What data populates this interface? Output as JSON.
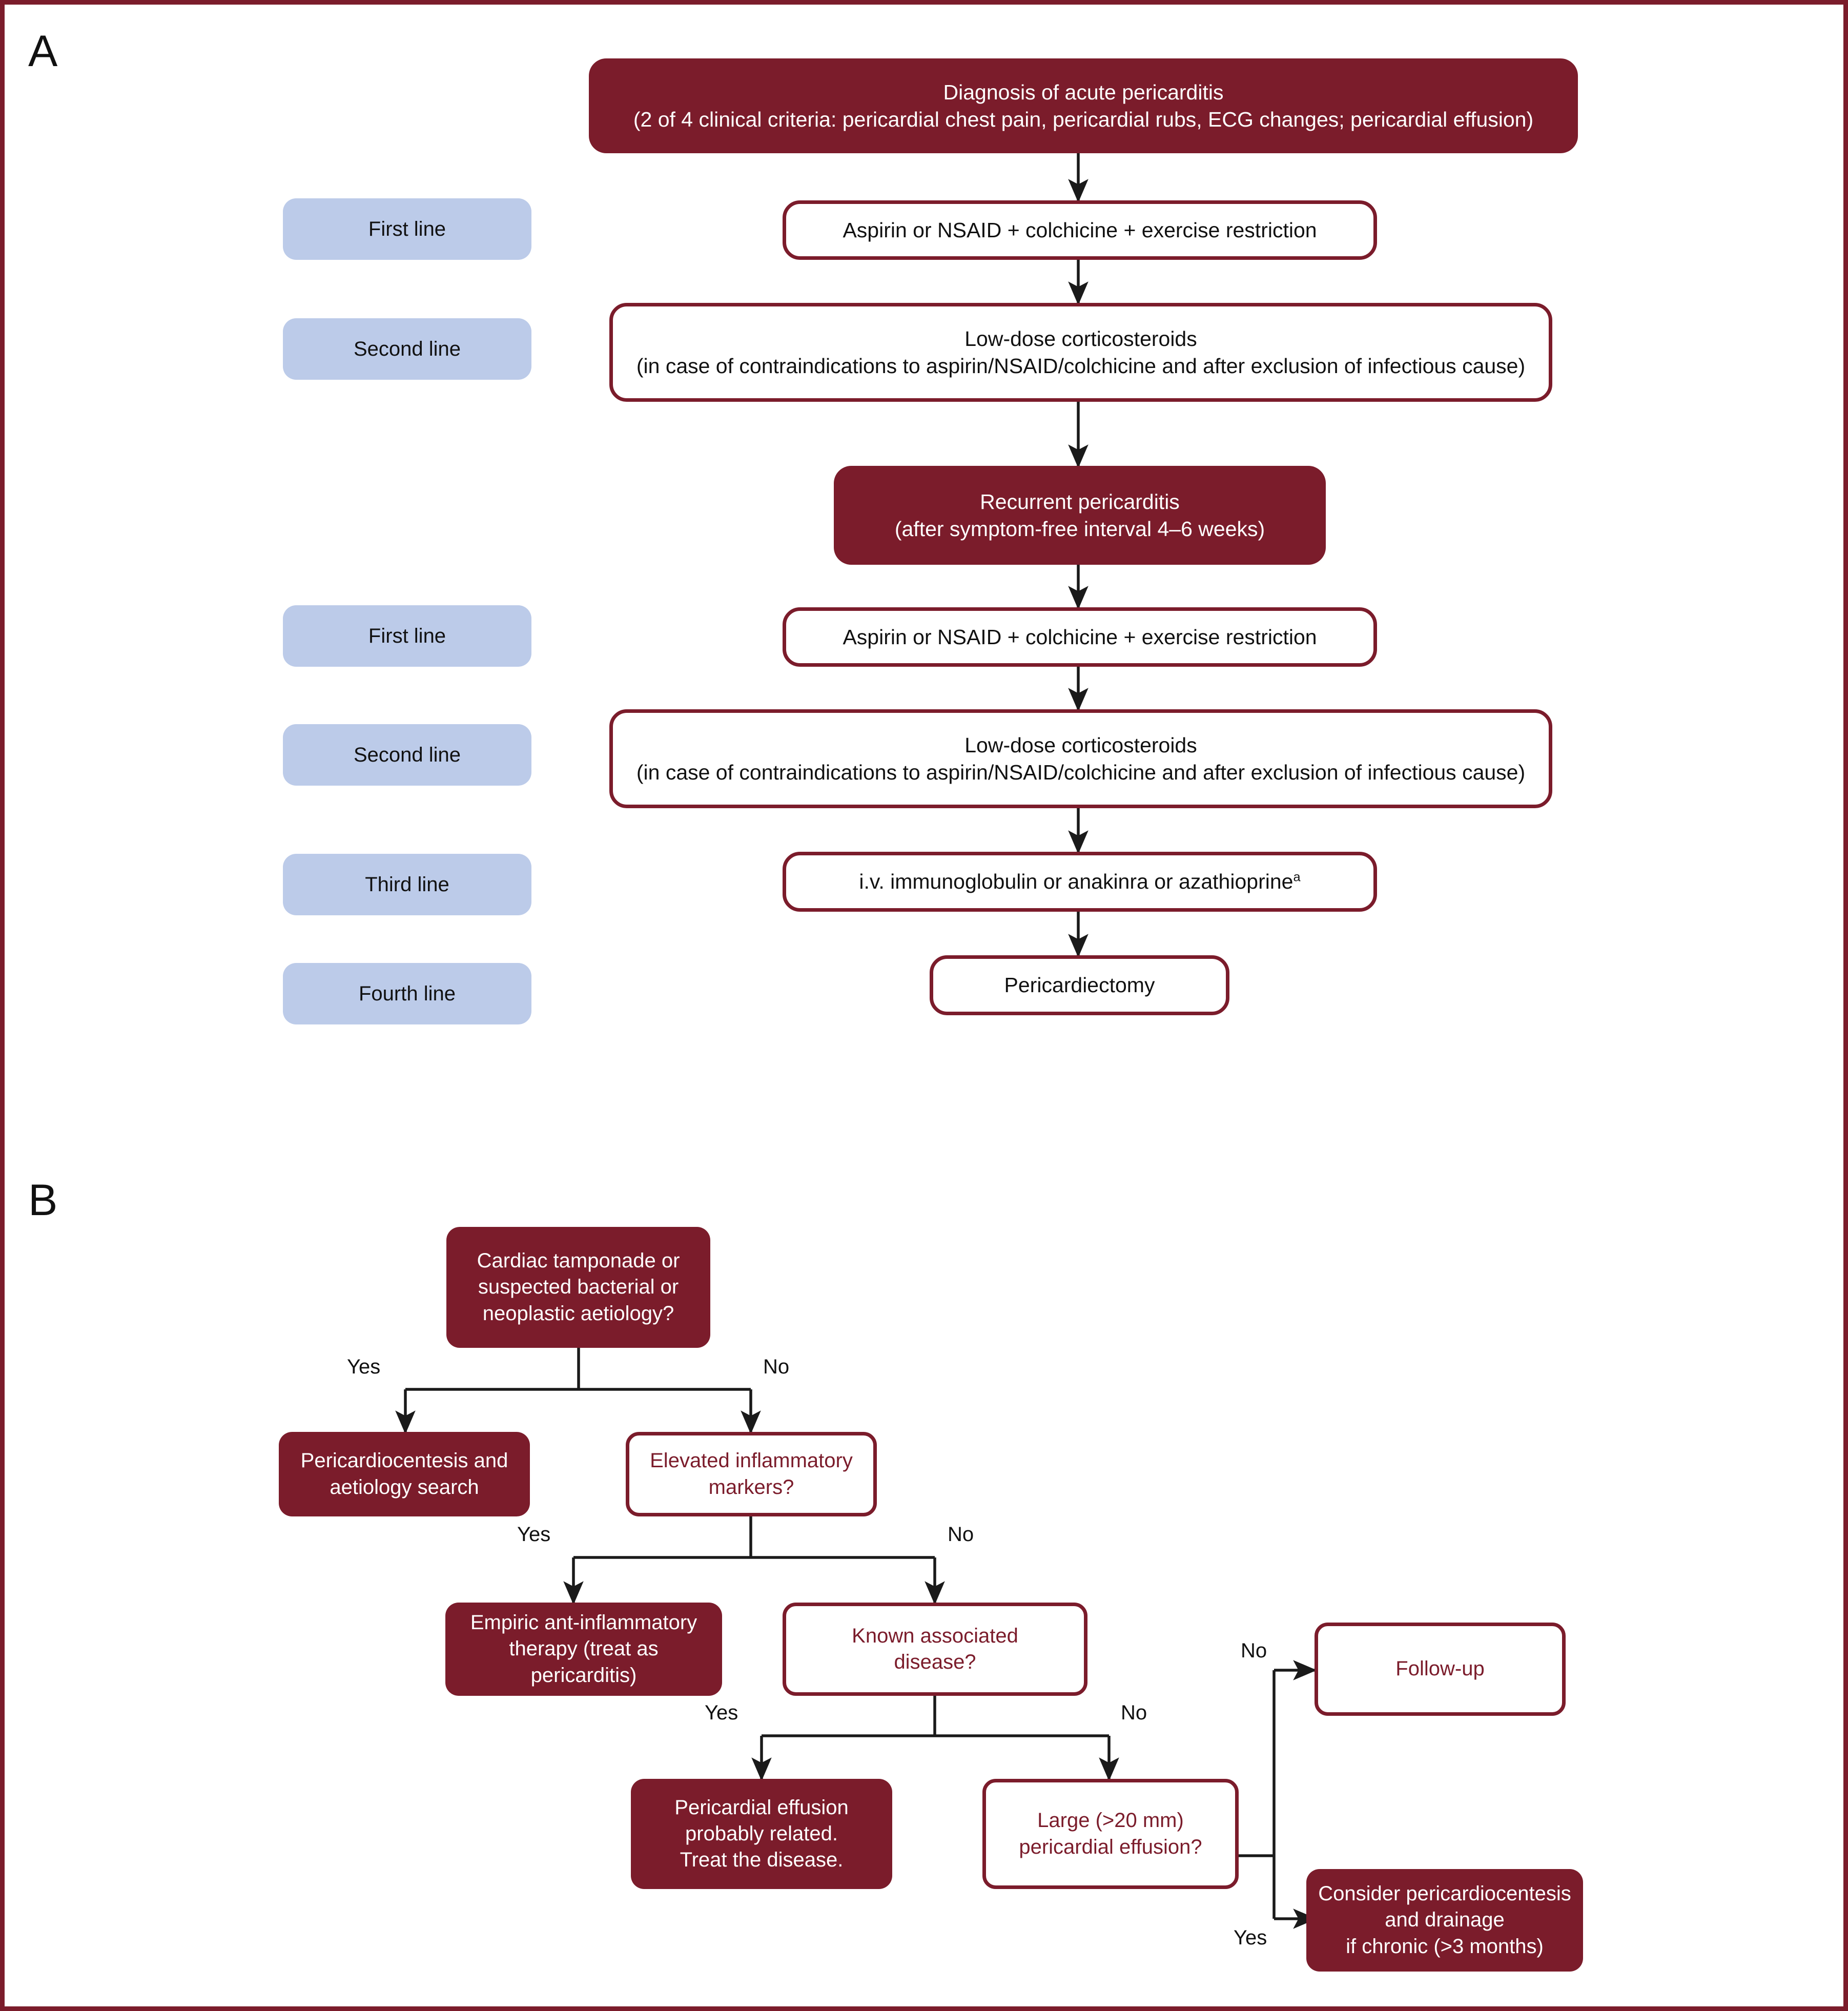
{
  "figure": {
    "border_color": "#7b1c2b",
    "fill_color": "#7b1c2b",
    "badge_color": "#bccbe9",
    "panel_a_label": "A",
    "panel_b_label": "B"
  },
  "panel_a": {
    "line_badges": [
      {
        "label": "First line"
      },
      {
        "label": "Second line"
      },
      {
        "label": "First line"
      },
      {
        "label": "Second line"
      },
      {
        "label": "Third line"
      },
      {
        "label": "Fourth line"
      }
    ],
    "nodes": {
      "diagnosis": "Diagnosis of acute pericarditis\n(2 of 4 clinical criteria: pericardial chest pain, pericardial rubs, ECG changes; pericardial effusion)",
      "first_line_1": "Aspirin or NSAID + colchicine + exercise restriction",
      "second_line_1": "Low-dose corticosteroids\n(in case of contraindications to aspirin/NSAID/colchicine and after exclusion of infectious cause)",
      "recurrent": "Recurrent pericarditis\n(after symptom-free interval 4–6 weeks)",
      "first_line_2": "Aspirin or NSAID + colchicine + exercise restriction",
      "second_line_2": "Low-dose corticosteroids\n(in case of contraindications to aspirin/NSAID/colchicine and after exclusion of infectious cause)",
      "third_line": "i.v. immunoglobulin or anakinra or azathioprine",
      "third_line_superscript": "a",
      "fourth_line": "Pericardiectomy"
    }
  },
  "panel_b": {
    "nodes": {
      "tamponade": "Cardiac tamponade or\nsuspected bacterial or\nneoplastic aetiology?",
      "pericardiocentesis": "Pericardiocentesis and\naetiology search",
      "inflammatory": "Elevated inflammatory\nmarkers?",
      "empiric": "Empiric ant-inflammatory\ntherapy (treat as pericarditis)",
      "known_disease": "Known associated\ndisease?",
      "effusion_related": "Pericardial effusion\nprobably related.\nTreat the disease.",
      "large_effusion": "Large (>20 mm)\npericardial effusion?",
      "follow_up": "Follow-up",
      "consider_drainage": "Consider pericardiocentesis\nand drainage\nif chronic (>3 months)"
    },
    "edge_labels": {
      "tamponade_yes": "Yes",
      "tamponade_no": "No",
      "inflammatory_yes": "Yes",
      "inflammatory_no": "No",
      "known_yes": "Yes",
      "known_no": "No",
      "large_no": "No",
      "large_yes": "Yes"
    }
  }
}
